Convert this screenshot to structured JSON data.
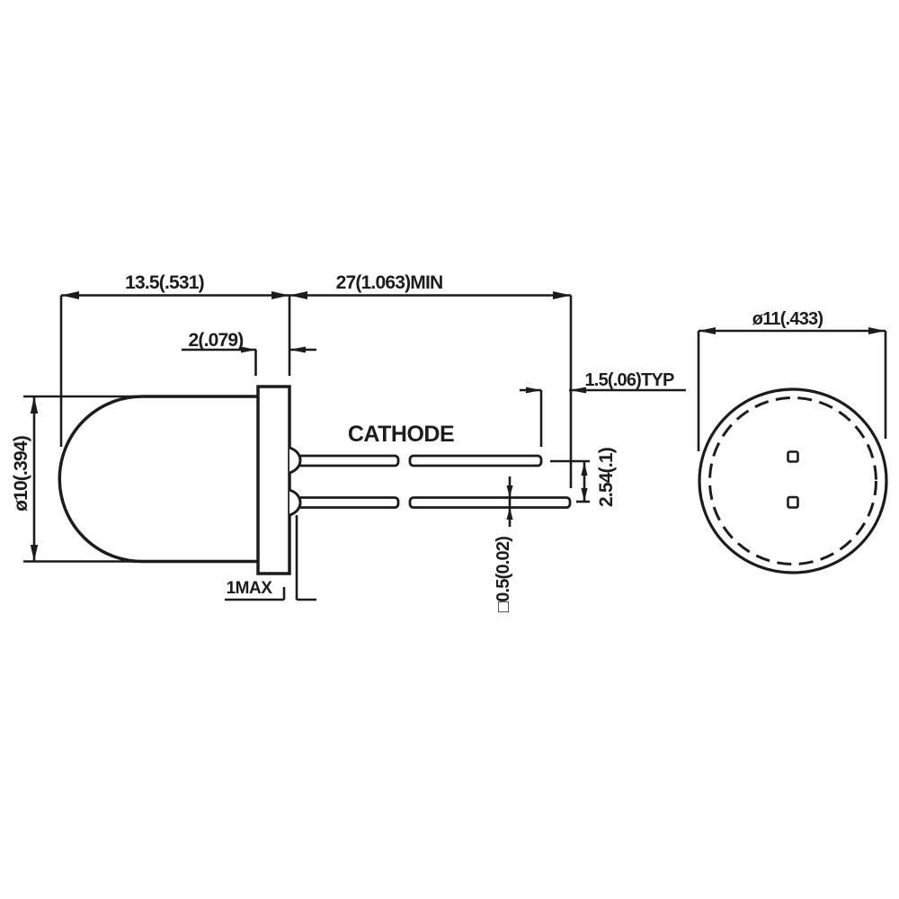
{
  "drawing": {
    "side_view": {
      "cathode_label": "CATHODE",
      "dims": {
        "body_length": "13.5(.531)",
        "lead_length_min": "27(1.063)MIN",
        "flange_thickness": "2(.079)",
        "body_diameter": "ø10(.394)",
        "standoff_max": "1MAX",
        "lead_tip_offset_typ": "1.5(.06)TYP",
        "lead_pitch": "2.54(.1)",
        "lead_square_size": "□0.5(0.02)"
      }
    },
    "front_view": {
      "dims": {
        "flange_diameter": "ø11(.433)"
      }
    },
    "colors": {
      "ink": "#1c1c1c",
      "background": "#ffffff"
    }
  }
}
